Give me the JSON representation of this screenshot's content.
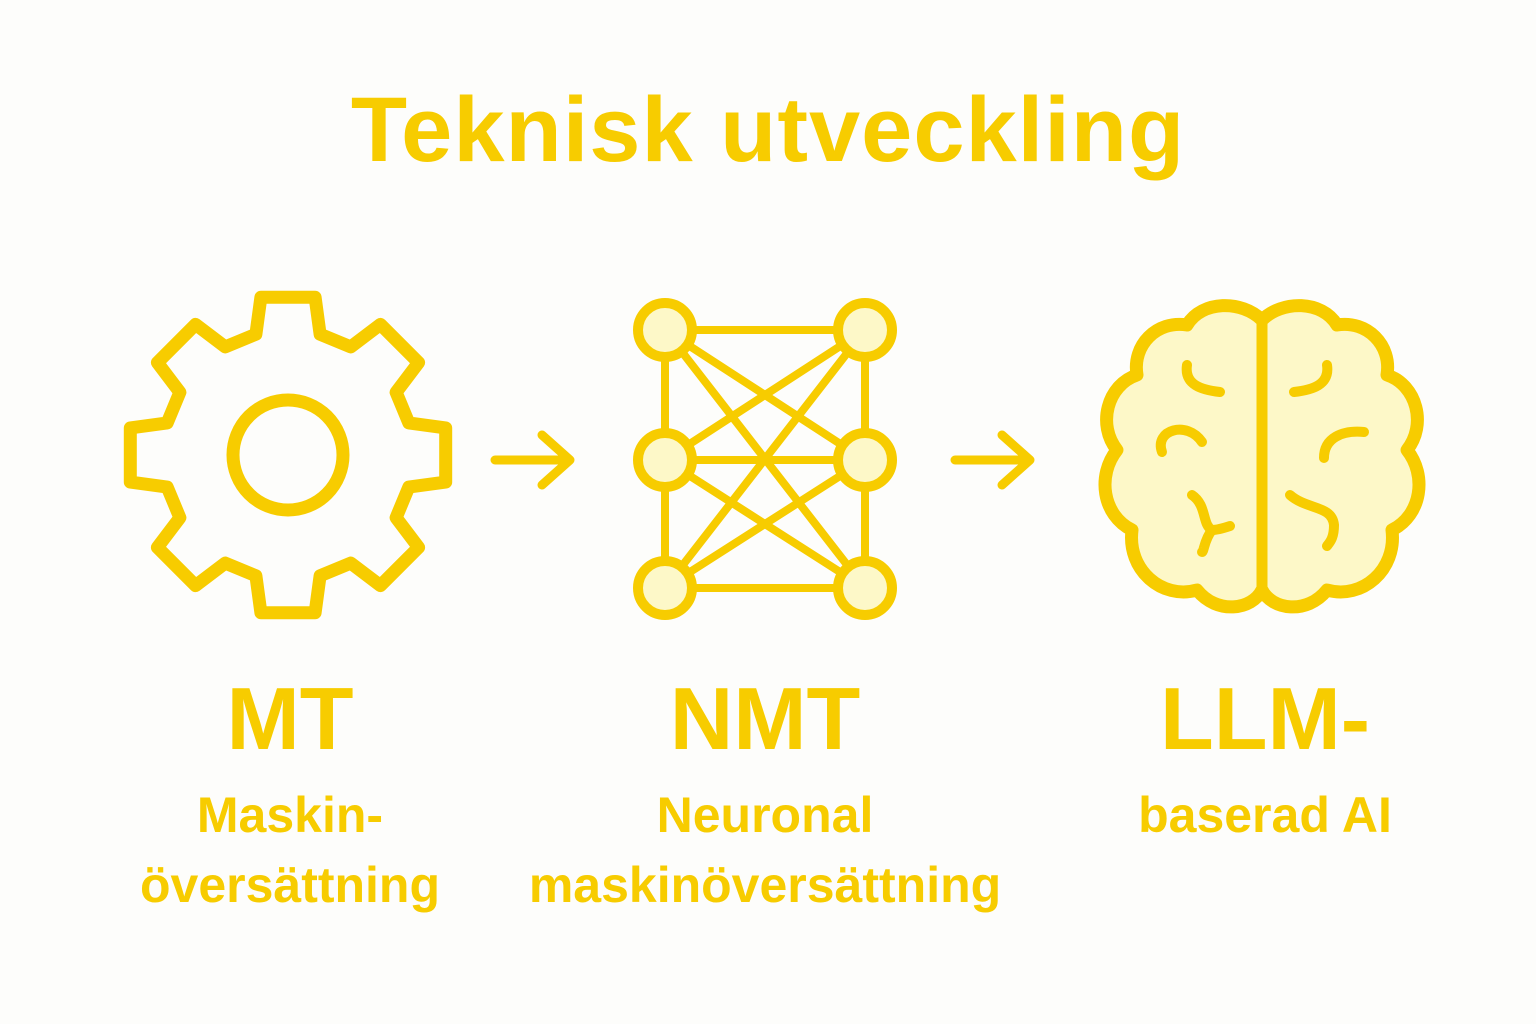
{
  "title": "Teknisk utveckling",
  "colors": {
    "accent": "#f7cc00",
    "fill": "#fdf8c8",
    "background": "#fdfdfb"
  },
  "stages": [
    {
      "icon": "gear-icon",
      "abbr": "MT",
      "desc_line1": "Maskin-",
      "desc_line2": "översättning"
    },
    {
      "icon": "neural-network-icon",
      "abbr": "NMT",
      "desc_line1": "Neuronal",
      "desc_line2": "maskinöversättning"
    },
    {
      "icon": "brain-icon",
      "abbr": "LLM-",
      "desc_line1": "baserad AI",
      "desc_line2": ""
    }
  ],
  "arrows": [
    "arrow-right-icon",
    "arrow-right-icon"
  ]
}
